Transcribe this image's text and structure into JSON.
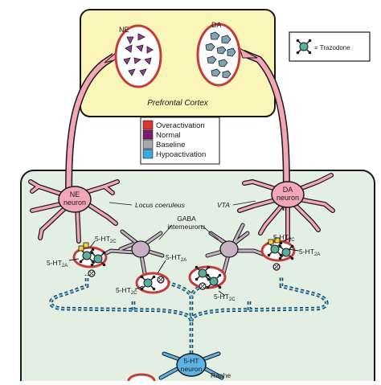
{
  "top_panel": {
    "title": "Prefrontal Cortex",
    "ne_label": "NE",
    "da_label": "DA"
  },
  "trazodone_legend": {
    "label": "= Trazodone"
  },
  "activation_legend": {
    "items": [
      {
        "label": "Overactivation",
        "color": "#d83a2c"
      },
      {
        "label": "Normal",
        "color": "#7a1a70"
      },
      {
        "label": "Baseline",
        "color": "#a9a9a9"
      },
      {
        "label": "Hypoactivation",
        "color": "#3aa8e0"
      }
    ]
  },
  "brainstem": {
    "ne_neuron": [
      "NE",
      "neuron"
    ],
    "da_neuron": [
      "DA",
      "neuron"
    ],
    "locus_coeruleus": "Locus coeruleus",
    "vta": "VTA",
    "gaba_interneurons": [
      "GABA",
      "interneurons"
    ],
    "ht_neuron": [
      "5-HT",
      "neuron"
    ],
    "raphe": "Raphe",
    "receptor_labels": {
      "ne_2c": "5-HT",
      "ne_2c_sub": "2C",
      "ne_2a": "5-HT",
      "ne_2a_sub": "2A",
      "da_2c": "5-HT",
      "da_2c_sub": "2C",
      "da_2a": "5-HT",
      "da_2a_sub": "2A",
      "gaba_left_2a": "5-HT",
      "gaba_left_2a_sub": "2A",
      "gaba_left_2c": "5-HT",
      "gaba_left_2c_sub": "2C",
      "gaba_right_2c": "5-HT",
      "gaba_right_2c_sub": "2C"
    }
  },
  "colors": {
    "panel_yellow": "#faf5b8",
    "panel_green": "#e2efe2",
    "neuron_pink": "#f3a6b5",
    "gaba_gray": "#c4b2c4",
    "trazodone_teal": "#5aaea0",
    "synapse_red": "#d83a2c",
    "ne_triangle": "#9a3d98",
    "da_hexagon": "#7fa2b5",
    "projection_blue": "#5bb3e6"
  }
}
